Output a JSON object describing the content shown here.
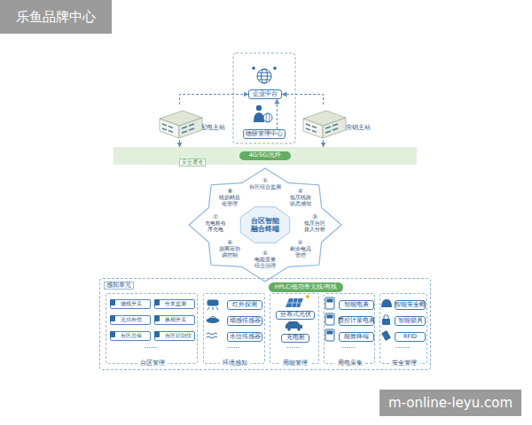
{
  "diagram": {
    "nodes": [
      {
        "text": [
          "企业中台"
        ]
      },
      {
        "text": [
          "物联管理中心"
        ]
      },
      {
        "text": [
          "配电主站"
        ]
      },
      {
        "text": [
          "营销主站"
        ]
      },
      {
        "text": [
          "安全通道"
        ]
      },
      {
        "text": [
          "4G/5G/光纤"
        ],
        "in": 4
      },
      {
        "text": [
          "台区智能融合终端",
          "①",
          "台区综合监测",
          "②",
          "低压线路状态感知",
          "③",
          "低压台区接入分析",
          "④",
          "剩余电流管控",
          "⑤",
          "电能质量综合治理",
          "⑥",
          "源网荷协调控制",
          "⑦",
          "充电桩有序充电",
          "⑧",
          "线损精益化管理"
        ]
      },
      {
        "text": [
          "HPLC/低功率无线/有线"
        ]
      },
      {
        "text": [
          "感知单元"
        ]
      },
      {
        "text": [
          "台区管理"
        ],
        "in": 8
      },
      {
        "text": [
          "馈线开关"
        ],
        "in": 9
      },
      {
        "text": [
          "分支监测"
        ],
        "in": 9
      },
      {
        "text": [
          "无功补偿"
        ],
        "in": 9
      },
      {
        "text": [
          "换相开关"
        ],
        "in": 9
      },
      {
        "text": [
          "台区总保"
        ],
        "in": 9
      },
      {
        "text": [
          "台区识别仪"
        ],
        "in": 9
      },
      {
        "text": [
          "环境感知"
        ],
        "in": 8
      },
      {
        "text": [
          "红外探测"
        ],
        "in": 16
      },
      {
        "text": [
          "烟感传感器"
        ],
        "in": 16
      },
      {
        "text": [
          "水位传感器"
        ],
        "in": 16
      },
      {
        "text": [
          "用能管理"
        ],
        "in": 8
      },
      {
        "text": [
          "分布式光伏"
        ],
        "in": 20
      },
      {
        "text": [
          "充电桩"
        ],
        "in": 20
      },
      {
        "text": [
          "用电采集"
        ],
        "in": 8
      },
      {
        "text": [
          "智能电表"
        ],
        "in": 23
      },
      {
        "text": [
          "费控计量电表"
        ],
        "in": 23
      },
      {
        "text": [
          "能效终端"
        ],
        "in": 23
      },
      {
        "text": [
          "安全管理"
        ],
        "in": 8
      },
      {
        "text": [
          "智能安全帽"
        ],
        "in": 27
      },
      {
        "text": [
          "智能锁具"
        ],
        "in": 27
      },
      {
        "text": [
          "RFID"
        ],
        "in": 27
      }
    ],
    "edges": [
      {
        "from": 2,
        "to": 0,
        "arrow": "to"
      },
      {
        "from": 3,
        "to": 0,
        "arrow": "to"
      },
      {
        "from": 1,
        "to": 0,
        "arrow": "to"
      },
      {
        "from": 2,
        "to": 4,
        "arrow": "to"
      },
      {
        "from": 3,
        "to": 4,
        "arrow": "to"
      }
    ],
    "labels": [
      "乐鱼品牌中心",
      "......",
      "......",
      "......",
      "......",
      "......",
      "m-online-leyu.com"
    ]
  }
}
